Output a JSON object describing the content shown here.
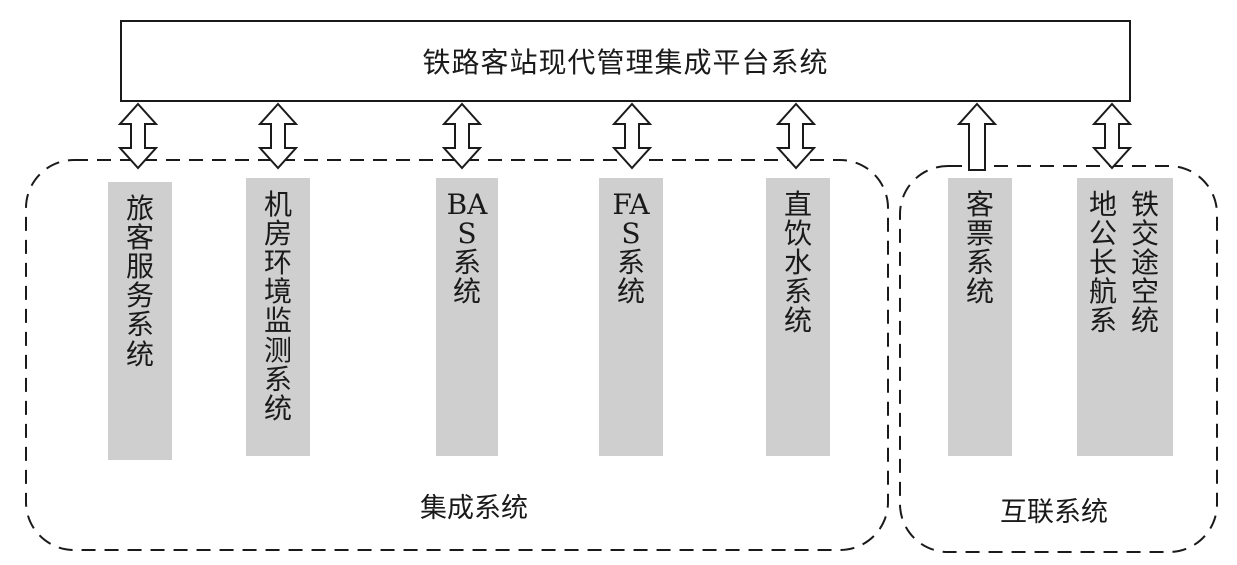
{
  "platform": {
    "title": "铁路客站现代管理集成平台系统"
  },
  "groups": {
    "integrated_label": "集成系统",
    "interconnect_label": "互联系统"
  },
  "subsystems": {
    "passenger_service": {
      "col1": "旅客服务系统"
    },
    "machine_room": {
      "col1": "机房环境监测系统"
    },
    "bas": {
      "col1": "BAS系统"
    },
    "fas": {
      "col1": "FAS系统"
    },
    "drinking_water": {
      "col1": "直饮水系统"
    },
    "ticketing": {
      "col1": "客票系统"
    },
    "transport": {
      "col1": "地公长航系",
      "col2": "铁交途空统"
    }
  },
  "colors": {
    "line": "#1a1a1a",
    "subsystem_fill": "#cfcfcf"
  }
}
